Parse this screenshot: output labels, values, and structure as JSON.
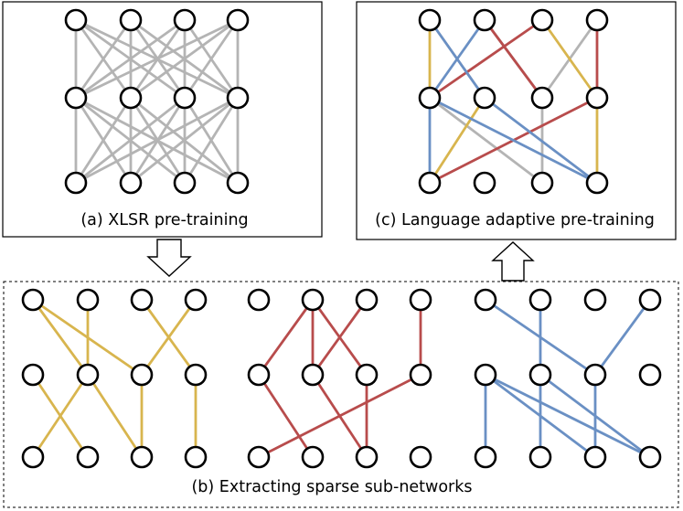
{
  "captions": {
    "a": "(a) XLSR pre-training",
    "b": "(b) Extracting sparse sub-networks",
    "c": "(c) Language adaptive pre-training"
  },
  "colors": {
    "dense": "#b4b4b4",
    "gray": "#b4b4b4",
    "yellow": "#d8b54e",
    "red": "#b84c4c",
    "blue": "#6a90c4",
    "node_stroke": "#000000"
  },
  "layers": 3,
  "nodes_per_layer": 4,
  "networks": [
    {
      "id": "a-dense",
      "panel": "a",
      "dense": true,
      "color": "dense"
    },
    {
      "id": "b-yellow",
      "panel": "b",
      "color": "yellow",
      "edges": [
        [
          0,
          0,
          1,
          1
        ],
        [
          0,
          0,
          2,
          1
        ],
        [
          0,
          1,
          1,
          1
        ],
        [
          0,
          2,
          3,
          1
        ],
        [
          0,
          3,
          2,
          1
        ],
        [
          1,
          1,
          0,
          2
        ],
        [
          1,
          1,
          2,
          2
        ],
        [
          1,
          0,
          1,
          2
        ],
        [
          1,
          2,
          2,
          2
        ],
        [
          1,
          3,
          3,
          2
        ]
      ]
    },
    {
      "id": "b-red",
      "panel": "b",
      "color": "red",
      "edges": [
        [
          0,
          1,
          0,
          1
        ],
        [
          0,
          1,
          1,
          1
        ],
        [
          0,
          1,
          2,
          1
        ],
        [
          0,
          2,
          1,
          1
        ],
        [
          0,
          3,
          3,
          1
        ],
        [
          1,
          0,
          1,
          2
        ],
        [
          1,
          1,
          2,
          2
        ],
        [
          1,
          2,
          2,
          2
        ],
        [
          1,
          3,
          0,
          2
        ]
      ]
    },
    {
      "id": "b-blue",
      "panel": "b",
      "color": "blue",
      "edges": [
        [
          0,
          0,
          2,
          1
        ],
        [
          0,
          1,
          1,
          1
        ],
        [
          0,
          3,
          2,
          1
        ],
        [
          1,
          0,
          0,
          2
        ],
        [
          1,
          0,
          2,
          2
        ],
        [
          1,
          0,
          3,
          2
        ],
        [
          1,
          1,
          1,
          2
        ],
        [
          1,
          1,
          3,
          2
        ],
        [
          1,
          2,
          2,
          2
        ]
      ]
    },
    {
      "id": "c-combined",
      "panel": "c",
      "colored": true,
      "edges": [
        [
          "gray",
          0,
          0,
          1,
          1
        ],
        [
          "gray",
          0,
          1,
          2,
          1
        ],
        [
          "gray",
          0,
          3,
          2,
          1
        ],
        [
          "gray",
          1,
          0,
          2,
          2
        ],
        [
          "gray",
          1,
          2,
          2,
          2
        ],
        [
          "yellow",
          0,
          0,
          0,
          1
        ],
        [
          "yellow",
          0,
          2,
          3,
          1
        ],
        [
          "yellow",
          1,
          1,
          0,
          2
        ],
        [
          "yellow",
          1,
          3,
          3,
          2
        ],
        [
          "red",
          0,
          2,
          0,
          1
        ],
        [
          "red",
          0,
          1,
          2,
          1
        ],
        [
          "red",
          0,
          3,
          3,
          1
        ],
        [
          "red",
          1,
          3,
          0,
          2
        ],
        [
          "blue",
          0,
          1,
          0,
          1
        ],
        [
          "blue",
          0,
          0,
          1,
          1
        ],
        [
          "blue",
          1,
          0,
          0,
          2
        ],
        [
          "blue",
          1,
          0,
          3,
          2
        ],
        [
          "blue",
          1,
          1,
          3,
          2
        ]
      ]
    }
  ]
}
